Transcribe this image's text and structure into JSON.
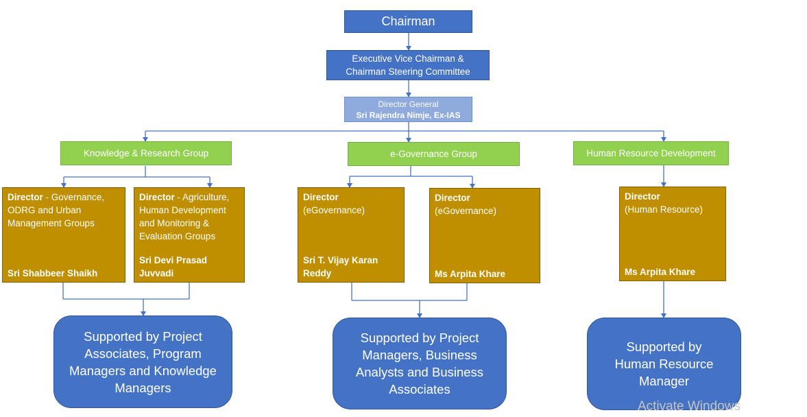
{
  "chairman": "Chairman",
  "executive": "Executive Vice Chairman & Chairman Steering Committee",
  "director_general": {
    "title": "Director General",
    "name": "Sri Rajendra Nimje, Ex-IAS"
  },
  "groups": [
    {
      "label": "Knowledge & Research Group",
      "directors": [
        {
          "title": "Director",
          "role": " - Governance, ODRG and Urban Management Groups",
          "name": "Sri Shabbeer Shaikh"
        },
        {
          "title": "Director",
          "role": " - Agriculture, Human Development and Monitoring  & Evaluation Groups",
          "name": "Sri Devi Prasad Juvvadi"
        }
      ],
      "support": "Supported by Project Associates, Program Managers and Knowledge Managers"
    },
    {
      "label": "e-Governance Group",
      "directors": [
        {
          "title": "Director",
          "role": "(eGovernance)",
          "name": "Sri T. Vijay Karan Reddy"
        },
        {
          "title": "Director",
          "role": "(eGovernance)",
          "name": "Ms  Arpita Khare"
        }
      ],
      "support": "Supported by Project Managers, Business Analysts and Business Associates"
    },
    {
      "label": "Human Resource Development",
      "directors": [
        {
          "title": "Director",
          "role": "(Human Resource)",
          "name": "Ms Arpita Khare"
        }
      ],
      "support": "Supported by Human Resource Manager"
    }
  ],
  "watermark": "Activate Windows",
  "colors": {
    "blue": "#4472c4",
    "light_blue": "#8faadc",
    "green": "#92d050",
    "gold": "#bf8f00",
    "connector": "#4472c4"
  }
}
